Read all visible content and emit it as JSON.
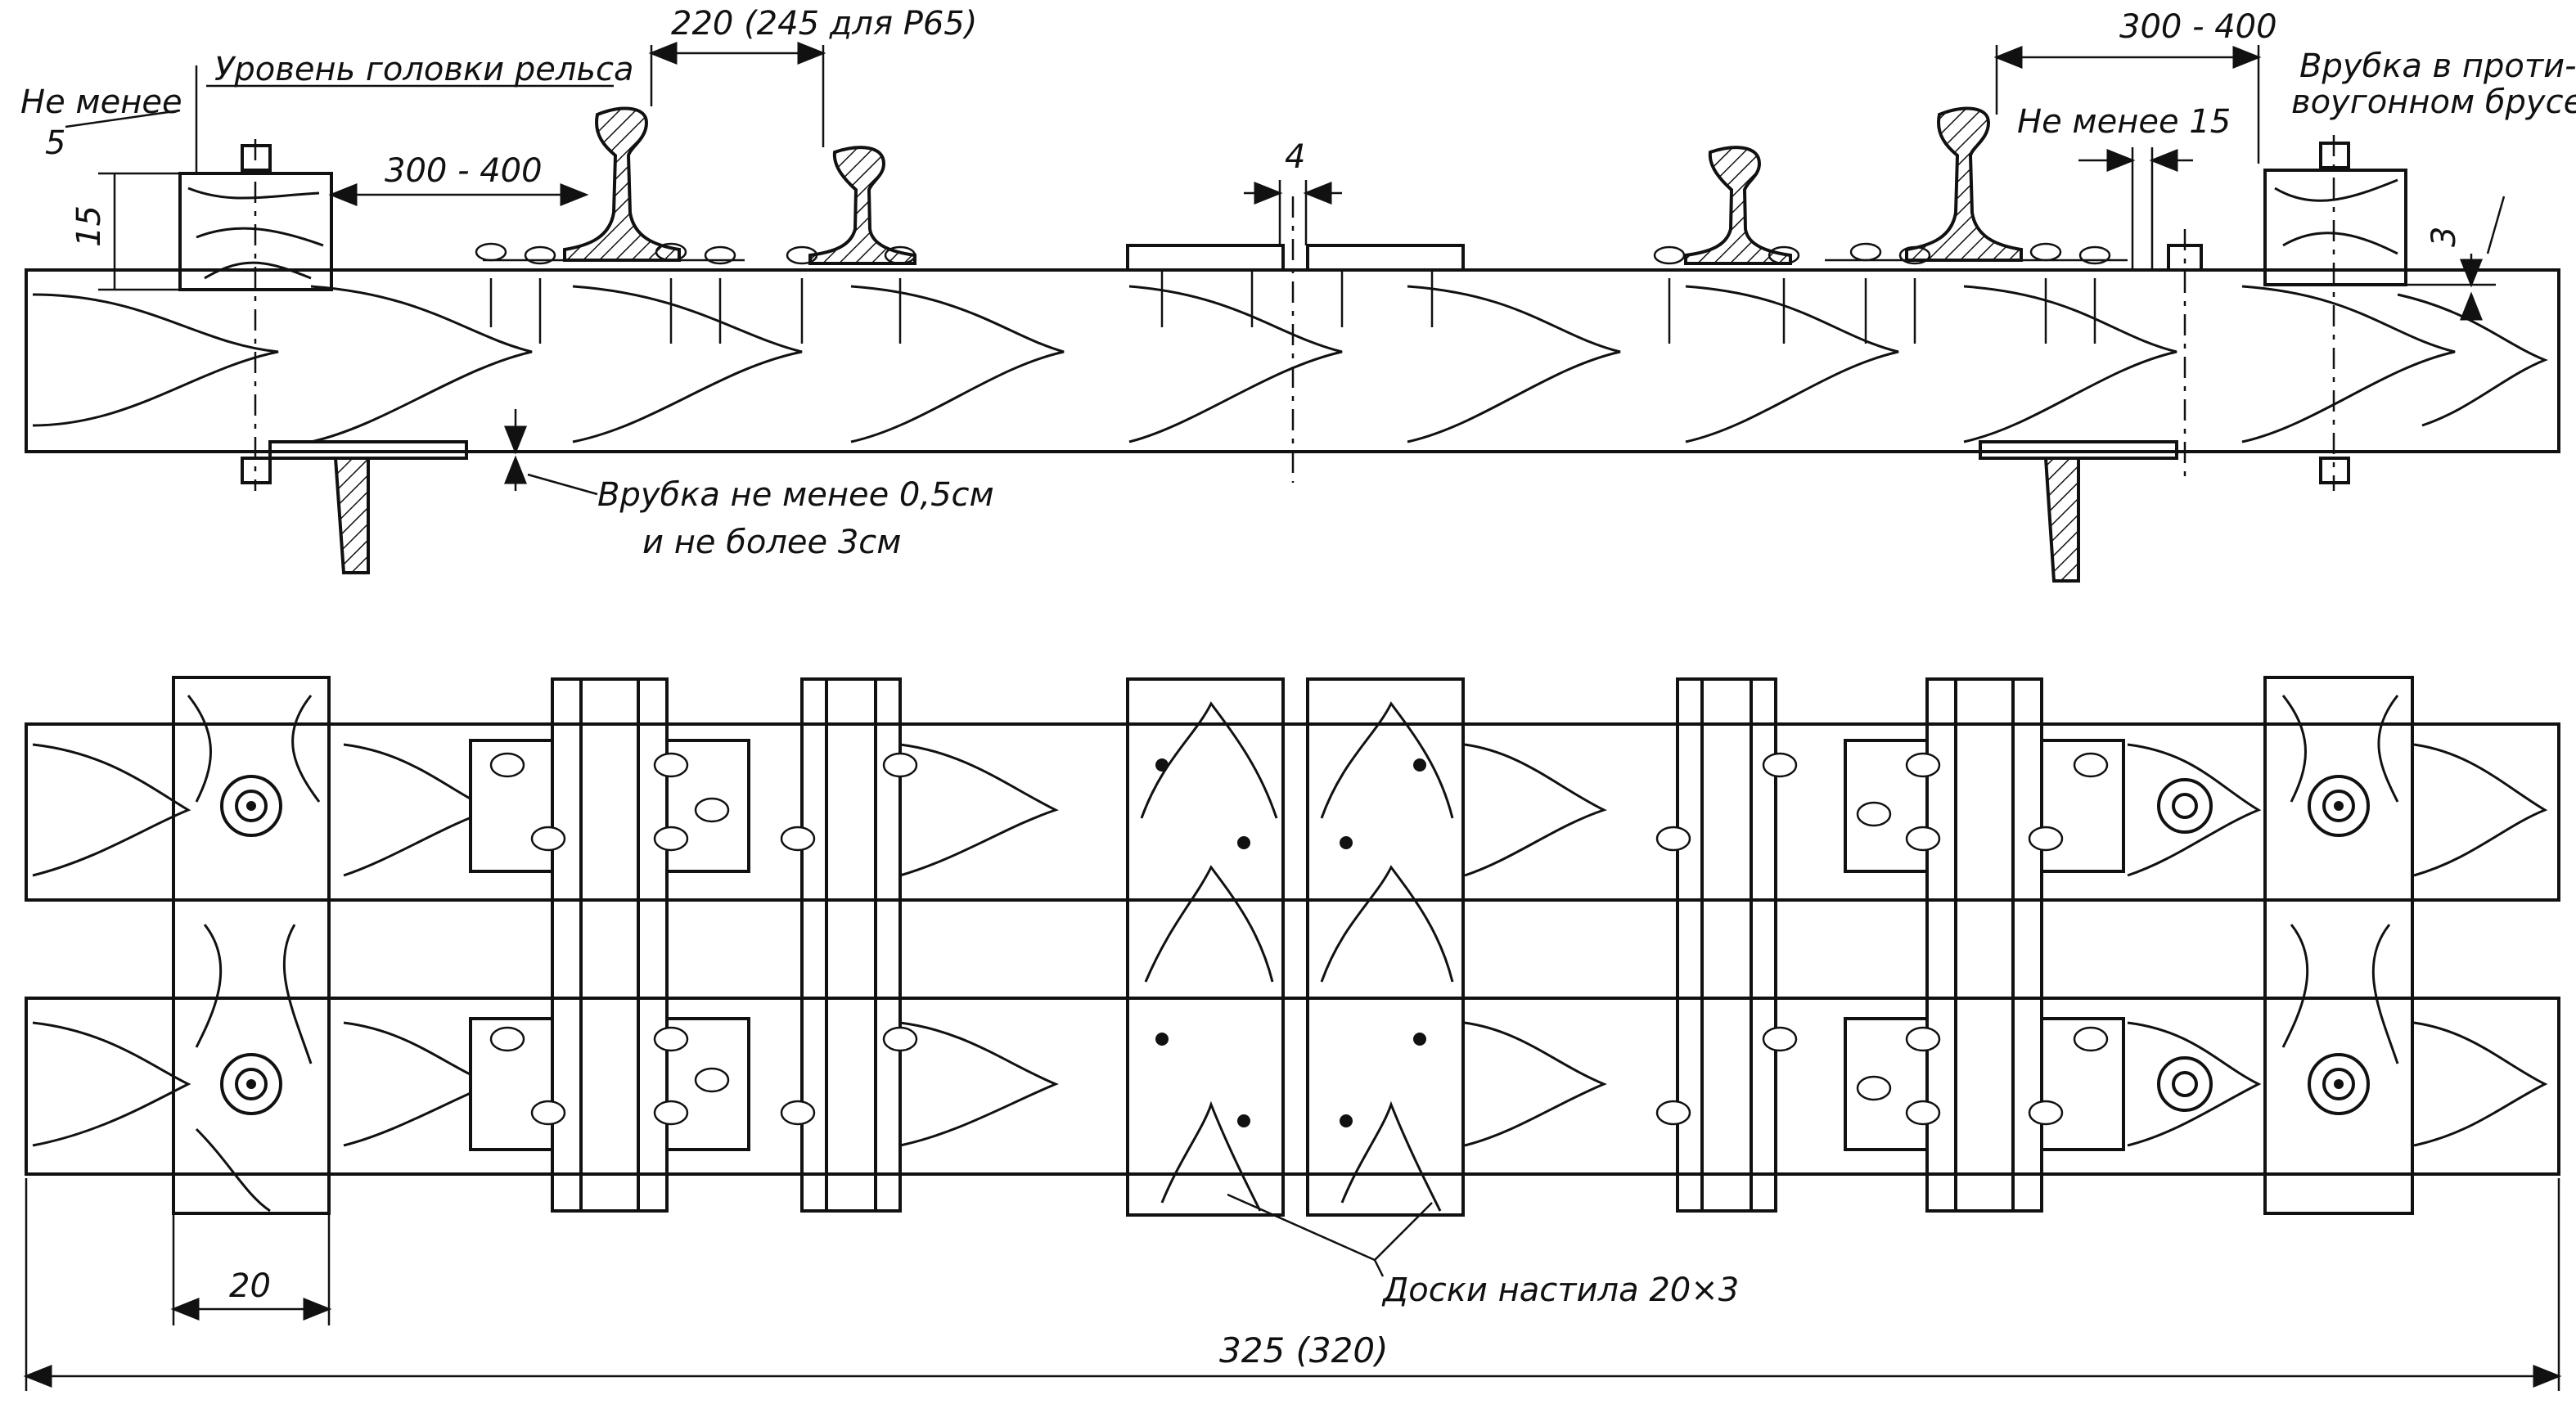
{
  "labels": {
    "min5": "Не менее\n5",
    "rail_head_level": "Уровень головки рельса",
    "dim_220": "220 (245 для Р65)",
    "dim_300_400_left": "300 - 400",
    "dim_15_left": "15",
    "dim_4": "4",
    "dim_300_400_right": "300 - 400",
    "min15": "Не менее 15",
    "notch_guard": "Врубка в проти-\nвоугонном брусе",
    "dim_3": "3",
    "notch_limits": "Врубка не менее 0,5см\nи не более 3см",
    "deck_boards": "Доски настила 20×3",
    "dim_20": "20",
    "dim_total": "325 (320)"
  }
}
